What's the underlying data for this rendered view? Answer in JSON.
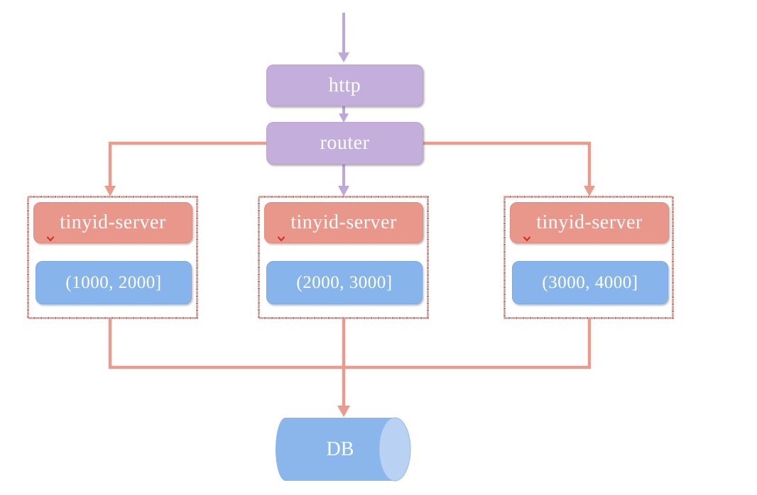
{
  "diagram": {
    "nodes": {
      "http": {
        "label": "http"
      },
      "router": {
        "label": "router"
      },
      "servers": [
        {
          "label": "tinyid-server",
          "range": "(1000, 2000]"
        },
        {
          "label": "tinyid-server",
          "range": "(2000, 3000]"
        },
        {
          "label": "tinyid-server",
          "range": "(3000, 4000]"
        }
      ],
      "db": {
        "label": "DB"
      }
    },
    "colors": {
      "purple_node": "#C3AEDC",
      "purple_arrow": "#BEA7DA",
      "salmon_node": "#E9968B",
      "salmon_line": "#E99C8D",
      "group_dashed_border": "#E29488",
      "group_dashed_shadow": "#7E7E7E",
      "blue_node": "#87B5EB",
      "db_body": "#8AB6EC",
      "db_cap": "#B9D1F3",
      "node_text": "#FFFFFF",
      "spellcheck_mark": "#D93025"
    }
  }
}
